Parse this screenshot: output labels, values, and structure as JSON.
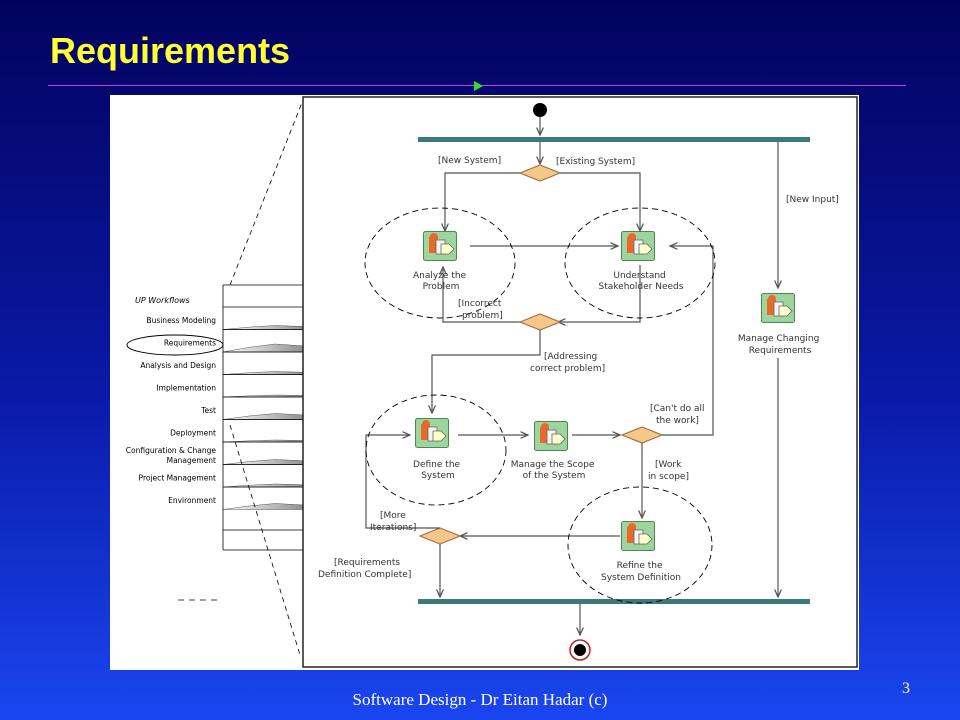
{
  "slide": {
    "title": "Requirements",
    "footer": "Software Design - Dr Eitan Hadar (c)",
    "page_number": "3"
  },
  "workflows_panel": {
    "title": "UP Workflows",
    "items": [
      "Business Modeling",
      "Requirements",
      "Analysis and Design",
      "Implementation",
      "Test",
      "Deployment",
      [
        "Configuration & Change",
        "Management"
      ],
      "Project Management",
      "Environment"
    ],
    "highlighted": "Requirements"
  },
  "activity_diagram": {
    "activities": {
      "analyze": [
        "Analyze the",
        "Problem"
      ],
      "understand": [
        "Understand",
        "Stakeholder Needs"
      ],
      "manage_changing": [
        "Manage Changing",
        "Requirements"
      ],
      "define": [
        "Define the",
        "System"
      ],
      "manage_scope": [
        "Manage the Scope",
        "of the System"
      ],
      "refine": [
        "Refine the",
        "System Definition"
      ]
    },
    "guards": {
      "new_system": "[New System]",
      "existing_system": "[Existing System]",
      "new_input": "[New Input]",
      "incorrect_problem": [
        "[Incorrect",
        "problem]"
      ],
      "addressing": [
        "[Addressing",
        "correct problem]"
      ],
      "cant_do_all": [
        "[Can't do all",
        "the work]"
      ],
      "work_in_scope": [
        "[Work",
        "in scope]"
      ],
      "more_iterations": [
        "[More",
        "Iterations]"
      ],
      "req_complete": [
        "[Requirements",
        "Definition Complete]"
      ]
    }
  }
}
